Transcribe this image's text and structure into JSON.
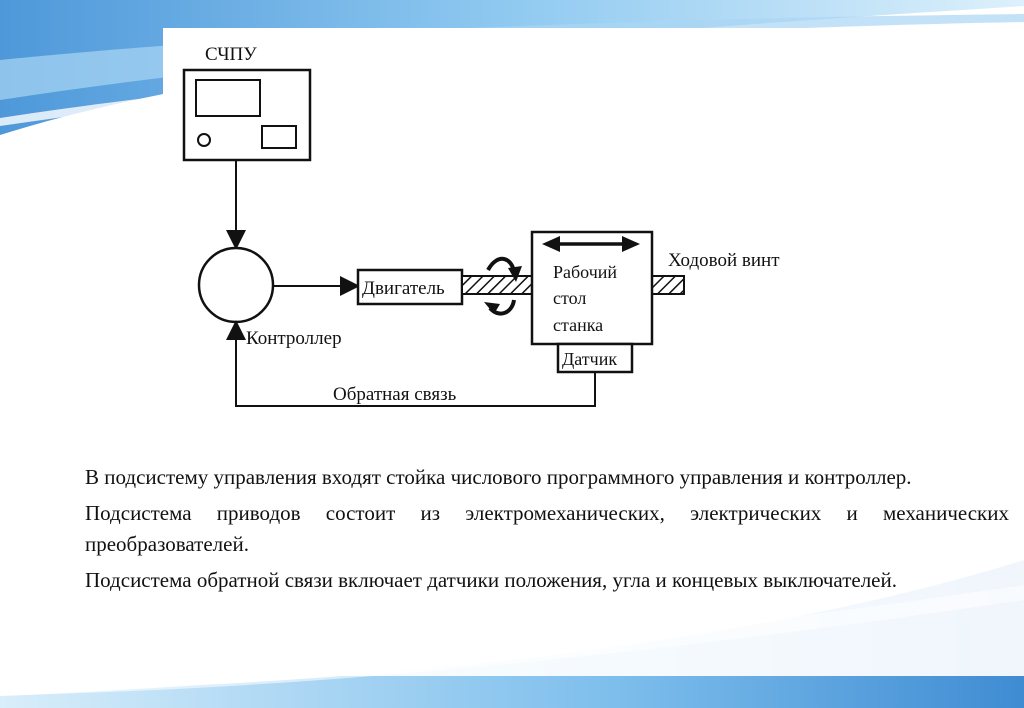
{
  "colors": {
    "accent_blue": "#3a8fd8",
    "light_blue": "#bfe0f6",
    "line": "#111111"
  },
  "diagram": {
    "cnc_label": "СЧПУ",
    "motor_label": "Двигатель",
    "table_label_line1": "Рабочий",
    "table_label_line2": "стол",
    "table_label_line3": "станка",
    "lead_screw_label": "Ходовой винт",
    "sensor_label": "Датчик",
    "controller_label": "Контроллер",
    "feedback_label": "Обратная связь"
  },
  "paragraphs": [
    "В подсистему управления входят стойка числового программного управления и контроллер.",
    "Подсистема приводов состоит из электромеханических, электрических и механических преобразователей.",
    "Подсистема обратной связи включает датчики положения, угла и концевых выключателей."
  ]
}
